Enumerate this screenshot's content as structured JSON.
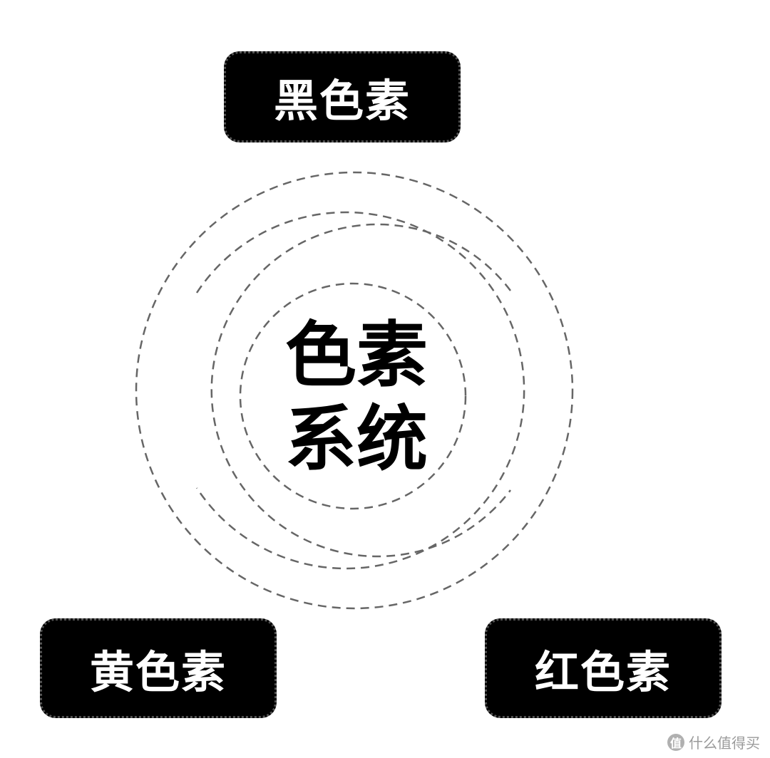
{
  "nodes": {
    "top": "黑色素",
    "left": "黄色素",
    "right": "红色素"
  },
  "center": {
    "line1": "色素",
    "line2": "系统"
  },
  "watermark": {
    "logo_glyph": "值",
    "text": "什么值得买"
  },
  "colors": {
    "node_fill": "#000000",
    "node_text": "#ffffff",
    "ring_stroke": "#666666"
  }
}
